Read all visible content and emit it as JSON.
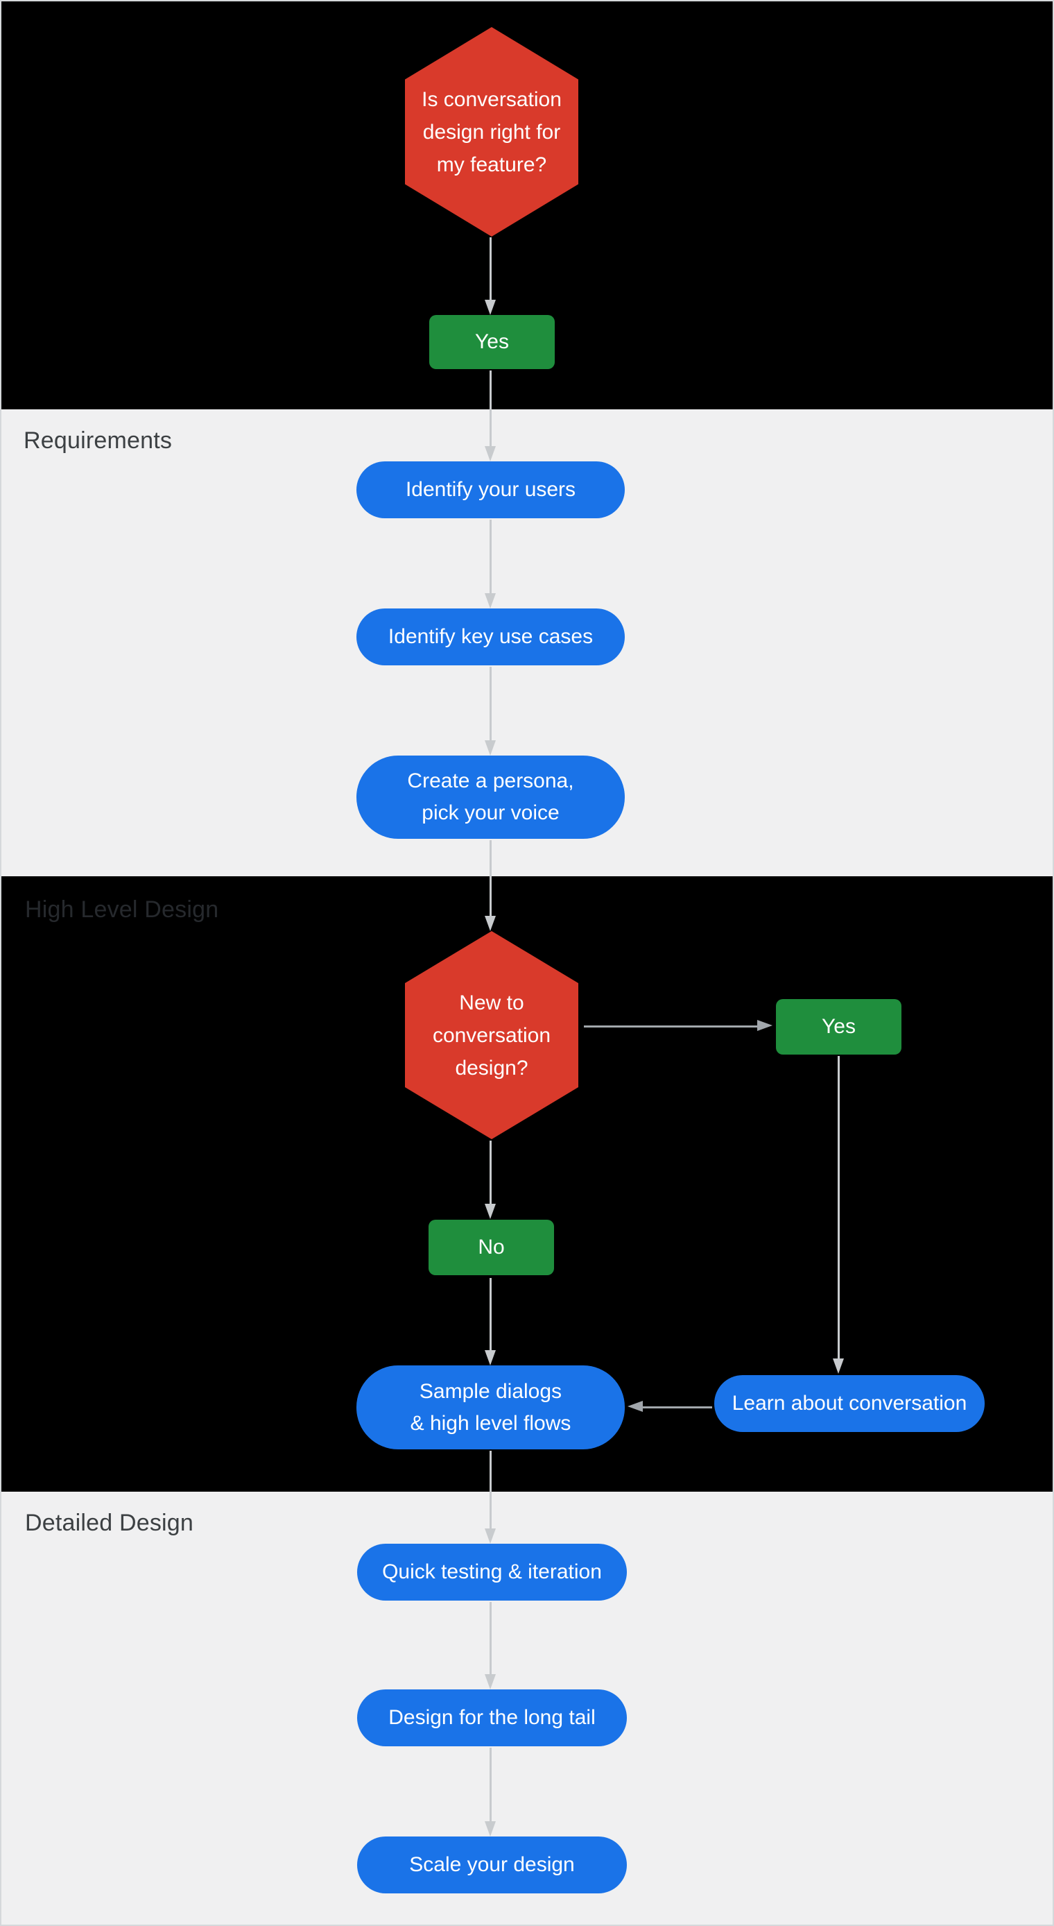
{
  "colors": {
    "bg-dark": "#000000",
    "bg-light": "#F0F0F1",
    "red": "#D93A2B",
    "green": "#1F8E3D",
    "blue": "#1A73E8",
    "arrow": "#C8CBCE",
    "arrow-dark": "#A2A7AC",
    "label-dark": "#3C4043",
    "label-on-dark": "#26292D",
    "node-text": "#FFFFFF",
    "page-border": "#D5D8DB"
  },
  "section_labels": {
    "requirements": "Requirements",
    "high_level": "High Level Design",
    "detailed": "Detailed Design"
  },
  "nodes": {
    "start_decision": {
      "type": "decision",
      "label": "Is conversation\ndesign right for\nmy feature?"
    },
    "start_yes": {
      "type": "answer",
      "label": "Yes"
    },
    "identify_users": {
      "type": "step",
      "label": "Identify your users"
    },
    "key_use_cases": {
      "type": "step",
      "label": "Identify key use cases"
    },
    "persona": {
      "type": "step",
      "label": "Create a persona,\npick your voice"
    },
    "new_decision": {
      "type": "decision",
      "label": "New to\nconversation\ndesign?"
    },
    "new_yes": {
      "type": "answer",
      "label": "Yes"
    },
    "new_no": {
      "type": "answer",
      "label": "No"
    },
    "sample_dialogs": {
      "type": "step",
      "label": "Sample dialogs\n& high level flows"
    },
    "learn": {
      "type": "step",
      "label": "Learn about conversation"
    },
    "quick_testing": {
      "type": "step",
      "label": "Quick testing & iteration"
    },
    "long_tail": {
      "type": "step",
      "label": "Design for the long tail"
    },
    "scale": {
      "type": "step",
      "label": "Scale your design"
    }
  }
}
